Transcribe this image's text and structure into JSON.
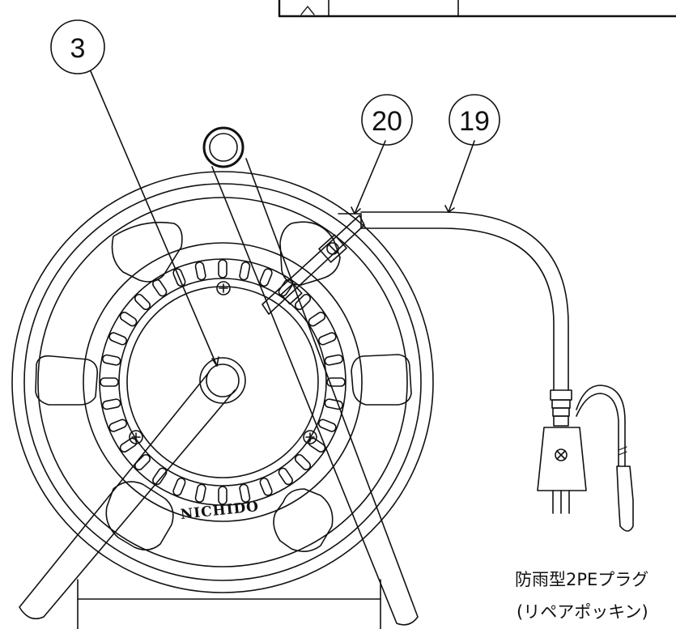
{
  "callouts": {
    "reel_hub": "3",
    "cable_tie": "20",
    "cord": "19"
  },
  "drum_emboss": "NICHIDO",
  "plug_note": {
    "line1": "防雨型2PEプラグ",
    "line2": "(リペアポッキン)"
  },
  "colors": {
    "line": "#111111",
    "background": "#ffffff"
  }
}
